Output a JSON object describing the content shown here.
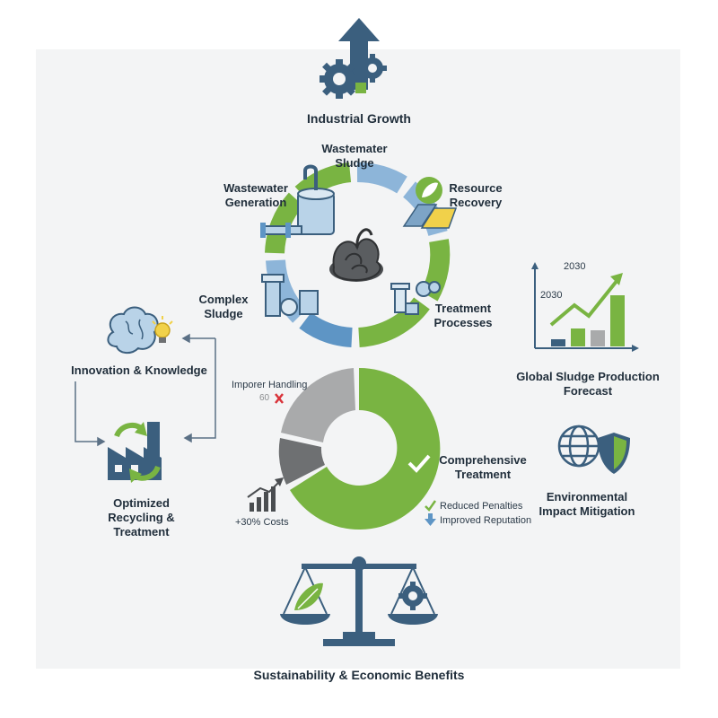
{
  "colors": {
    "green": "#79b442",
    "blue": "#5e95c5",
    "light_blue": "#8db5d9",
    "dark_blue": "#3b5f7e",
    "gray": "#a9aaab",
    "dark_gray": "#6e7072",
    "red": "#d9333a"
  },
  "title_top": "Industrial Growth",
  "cycle": {
    "wastewater_sludge": "Wastemater Sludge",
    "wastewater_generation": "Wastewater Generation",
    "resource_recovery": "Resource Recovery",
    "complex_sludge": "Complex Sludge",
    "treatment_processes": "Treatment Processes"
  },
  "innovation": "Innovation & Knowledge",
  "recycling": "Optimized Recycling & Treatment",
  "forecast": {
    "title": "Global Sludge Production Forecast",
    "label_a": "2030",
    "label_b": "2030",
    "bar_levels": [
      0.12,
      0.28,
      0.25,
      0.82
    ]
  },
  "donut": {
    "improper": "Imporer Handling",
    "improper_mark": "60",
    "comprehensive": "Comprehensive Treatment",
    "reduced": "Reduced Penalties",
    "improved": "Improved Reputation",
    "costs": "+30% Costs"
  },
  "environment": "Environmental Impact Mitigation",
  "bottom_title": "Sustainability & Economic Benefits"
}
